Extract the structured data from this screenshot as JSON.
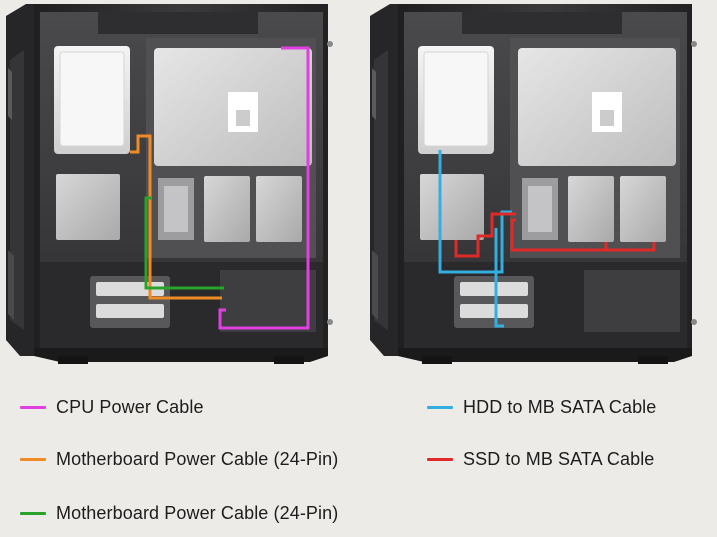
{
  "colors": {
    "background": "#ecebe8",
    "case_frame": "#2b2b2d",
    "case_panel": "#3a3a3d",
    "panel_light": "#d8d8d8",
    "cpu_cable": "#e040e0",
    "mb_cable_orange": "#f08a24",
    "mb_cable_green": "#2aa32a",
    "hdd_sata": "#33aee0",
    "ssd_sata": "#e02a2a"
  },
  "legend": [
    {
      "label": "CPU Power Cable",
      "color": "#e040e0",
      "icon": "cpu-power-cable-line"
    },
    {
      "label": "HDD to MB SATA Cable",
      "color": "#33aee0",
      "icon": "hdd-sata-cable-line"
    },
    {
      "label": "Motherboard Power Cable (24-Pin)",
      "color": "#f08a24",
      "icon": "motherboard-power-cable-line"
    },
    {
      "label": "SSD to MB SATA Cable",
      "color": "#e02a2a",
      "icon": "ssd-sata-cable-line"
    },
    {
      "label": "Motherboard Power Cable (24-Pin)",
      "color": "#2aa32a",
      "icon": "motherboard-power-cable-line"
    }
  ]
}
